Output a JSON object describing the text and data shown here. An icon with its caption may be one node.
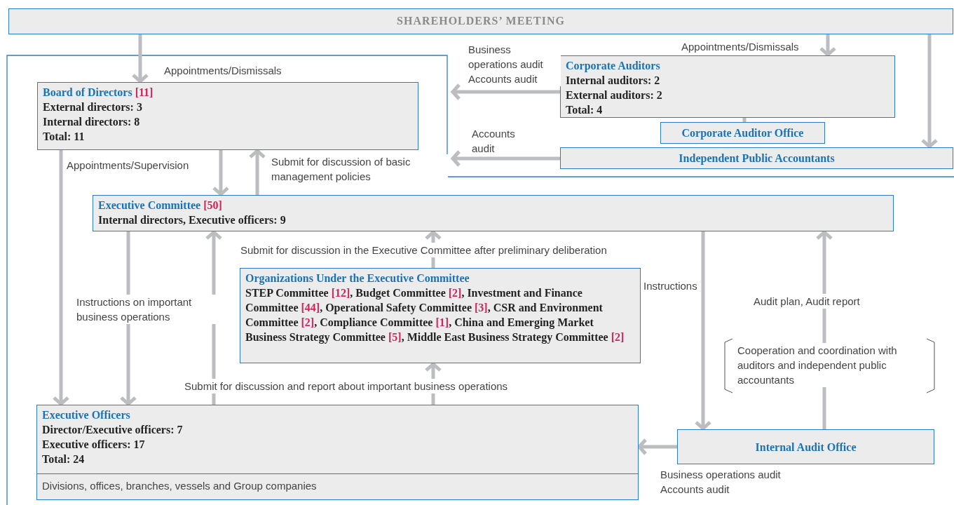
{
  "diagram": {
    "nodes": [
      {
        "text": [
          "SHAREHOLDERS’ MEETING"
        ]
      },
      {
        "text": [
          "Board of Directors [11]",
          "External directors: 3",
          "Internal directors: 8",
          "Total: 11"
        ]
      },
      {
        "text": [
          "Corporate Auditors",
          "Internal auditors: 2",
          "External auditors: 2",
          "Total: 4"
        ]
      },
      {
        "text": [
          "Corporate Auditor Office"
        ]
      },
      {
        "text": [
          "Independent Public Accountants"
        ]
      },
      {
        "text": [
          "Executive Committee [50]",
          "Internal directors, Executive officers: 9"
        ]
      },
      {
        "text": [
          "Organizations Under the Executive Committee",
          "STEP Committee [12], Budget Committee [2], Investment and Finance Committee [44], Operational Safety Committee [3], CSR and Environment Committee [2], Compliance Committee [1], China and Emerging Market Business Strategy Committee [5], Middle East Business Strategy Committee [2]"
        ]
      },
      {
        "text": [
          "Executive Officers",
          "Director/Executive officers: 7",
          "Executive officers: 17",
          "Total: 24",
          "Divisions, offices, branches, vessels and Group companies"
        ]
      },
      {
        "text": [
          "Internal Audit Office"
        ]
      }
    ],
    "edges": [
      {
        "from": 0,
        "to": 1,
        "arrow": "to",
        "label": "Appointments/Dismissals"
      },
      {
        "from": 0,
        "to": 2,
        "arrow": "to",
        "label": "Appointments/Dismissals"
      },
      {
        "from": 0,
        "to": 4,
        "arrow": "to"
      },
      {
        "from": 2,
        "to": null,
        "arrow": "to",
        "label": "Business operations audit Accounts audit"
      },
      {
        "from": 4,
        "to": null,
        "arrow": "to",
        "label": "Accounts audit"
      },
      {
        "from": 2,
        "to": 3,
        "arrow": "none"
      },
      {
        "from": 1,
        "to": 5,
        "arrow": "to"
      },
      {
        "from": 5,
        "to": 1,
        "arrow": "to",
        "label": "Submit for discussion of basic management policies"
      },
      {
        "from": 1,
        "to": 7,
        "arrow": "to",
        "label": "Appointments/Supervision"
      },
      {
        "from": 5,
        "to": 7,
        "arrow": "to",
        "label": "Instructions on important business operations"
      },
      {
        "from": 7,
        "to": 5,
        "arrow": "to",
        "label": "Submit for discussion and report about important business operations"
      },
      {
        "from": 6,
        "to": 5,
        "arrow": "to",
        "label": "Submit for discussion in the Executive Committee after preliminary deliberation"
      },
      {
        "from": 7,
        "to": 6,
        "arrow": "to"
      },
      {
        "from": 5,
        "to": 8,
        "arrow": "to",
        "label": "Instructions"
      },
      {
        "from": 8,
        "to": 5,
        "arrow": "to",
        "label": "Audit plan, Audit report"
      },
      {
        "from": 8,
        "to": 7,
        "arrow": "to",
        "label": "Business operations audit Accounts audit"
      }
    ],
    "labels": [
      "Cooperation and coordination with auditors and independent public accountants"
    ]
  }
}
